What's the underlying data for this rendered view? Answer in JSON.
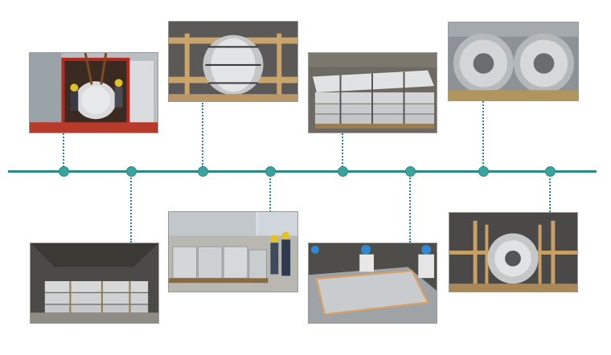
{
  "timeline": {
    "line_color": "#2a8a86",
    "node_color": "#3aa39e",
    "steps": [
      {
        "index": 1,
        "position": "top",
        "subject": "container-loading-coil-with-workers"
      },
      {
        "index": 2,
        "position": "bottom",
        "subject": "sheet-stacks-in-container"
      },
      {
        "index": 3,
        "position": "top",
        "subject": "coil-secured-in-container"
      },
      {
        "index": 4,
        "position": "bottom",
        "subject": "packed-coils-and-workers-in-yard"
      },
      {
        "index": 5,
        "position": "top",
        "subject": "strapped-sheet-bundles"
      },
      {
        "index": 6,
        "position": "bottom",
        "subject": "workers-inspecting-sheets"
      },
      {
        "index": 7,
        "position": "top",
        "subject": "two-steel-coils"
      },
      {
        "index": 8,
        "position": "bottom",
        "subject": "coil-braced-in-container"
      }
    ]
  }
}
